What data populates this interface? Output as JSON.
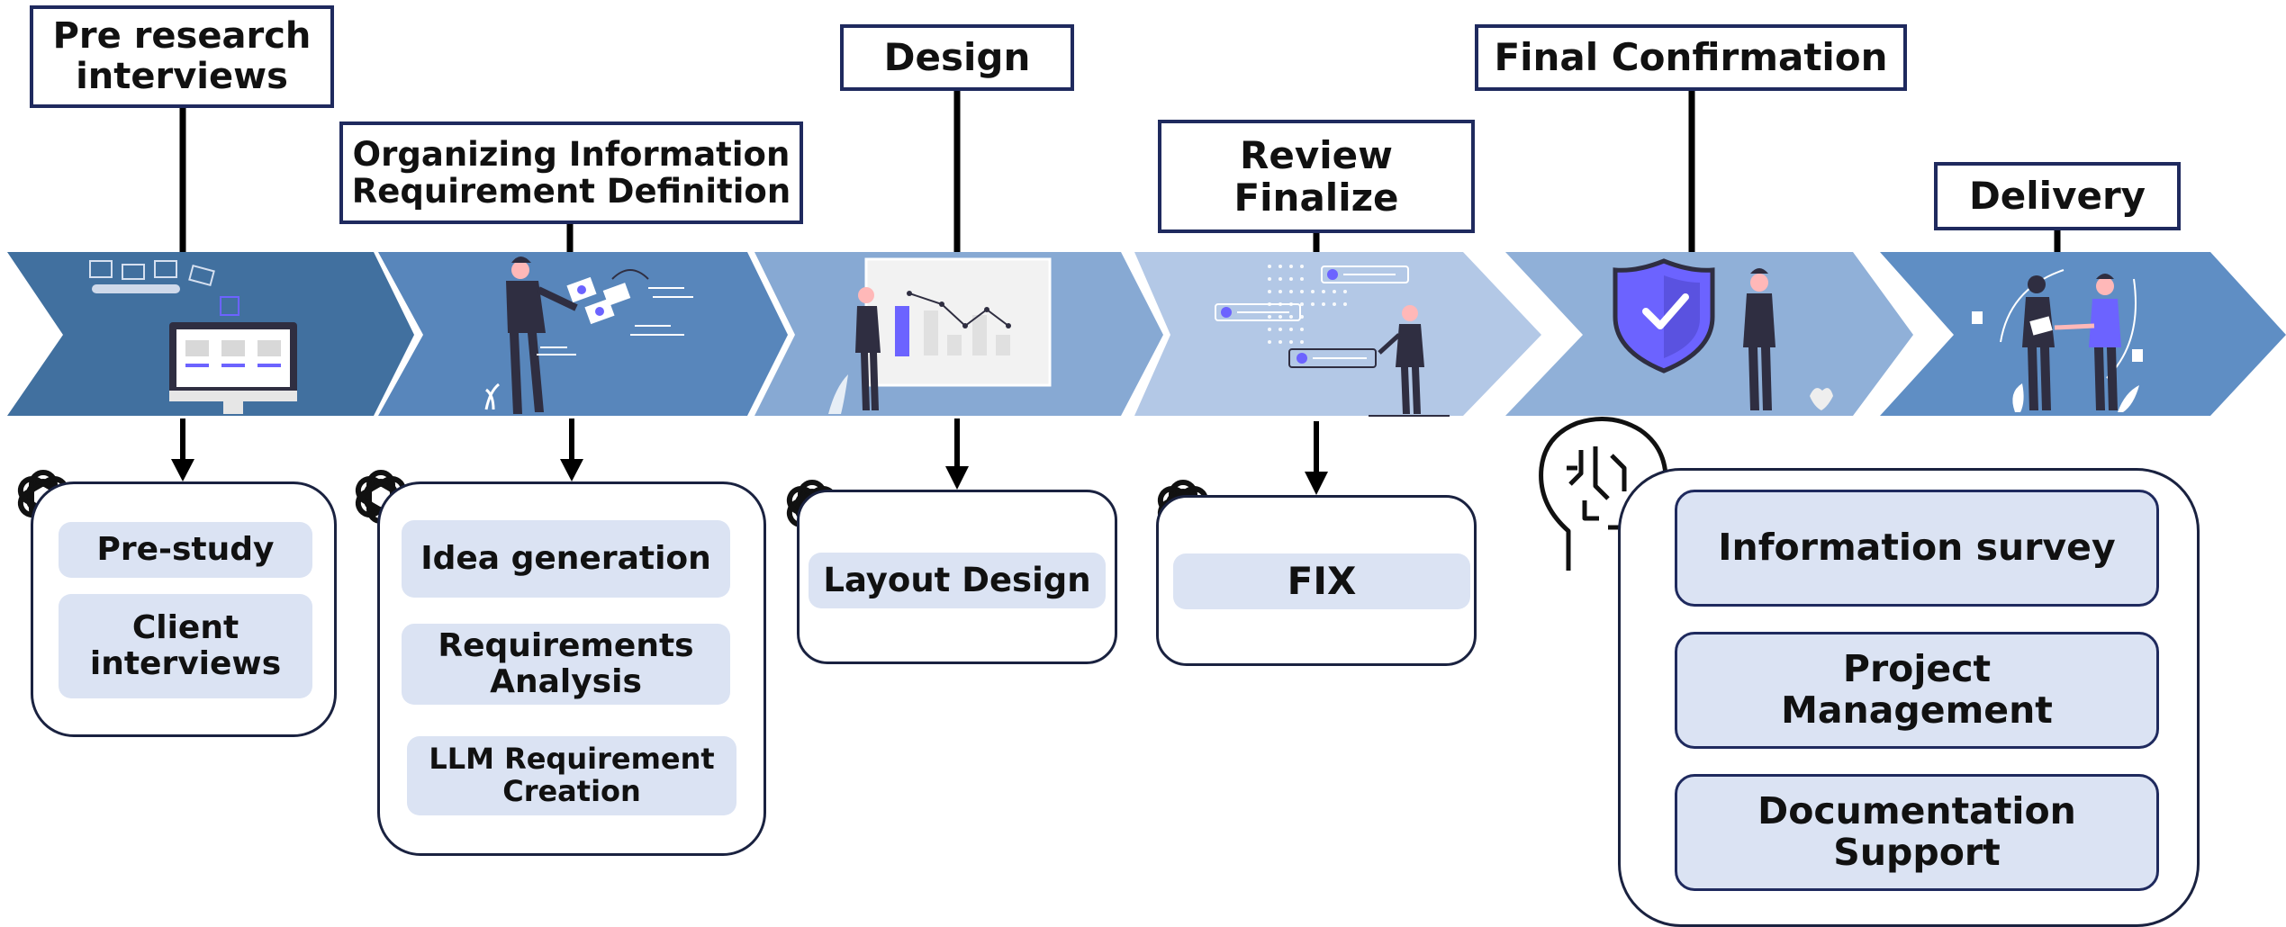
{
  "stages": [
    {
      "title": "Pre research\ninterviews",
      "tasks": [
        "Pre-study",
        "Client\ninterviews"
      ]
    },
    {
      "title": "Organizing Information\nRequirement Definition",
      "tasks": [
        "Idea generation",
        "Requirements\nAnalysis",
        "LLM Requirement\nCreation"
      ]
    },
    {
      "title": "Design",
      "tasks": [
        "Layout Design"
      ]
    },
    {
      "title": "Review\nFinalize",
      "tasks": [
        "FIX"
      ]
    },
    {
      "title": "Final Confirmation",
      "tasks": [
        "Information survey",
        "Project\nManagement",
        "Documentation\nSupport"
      ]
    },
    {
      "title": "Delivery",
      "tasks": []
    }
  ],
  "colors": {
    "chevrons": [
      "#41709f",
      "#5886bb",
      "#87a9d3",
      "#b3c8e6",
      "#90b0d8",
      "#5f8ec4"
    ],
    "box_border": "#1f2a5e",
    "pill_fill": "#dbe3f3",
    "accent": "#6c63ff",
    "dark": "#2f2e41"
  },
  "icons": {
    "openai_logo": "openai-logo-icon",
    "ai_brain": "ai-brain-head-icon"
  }
}
